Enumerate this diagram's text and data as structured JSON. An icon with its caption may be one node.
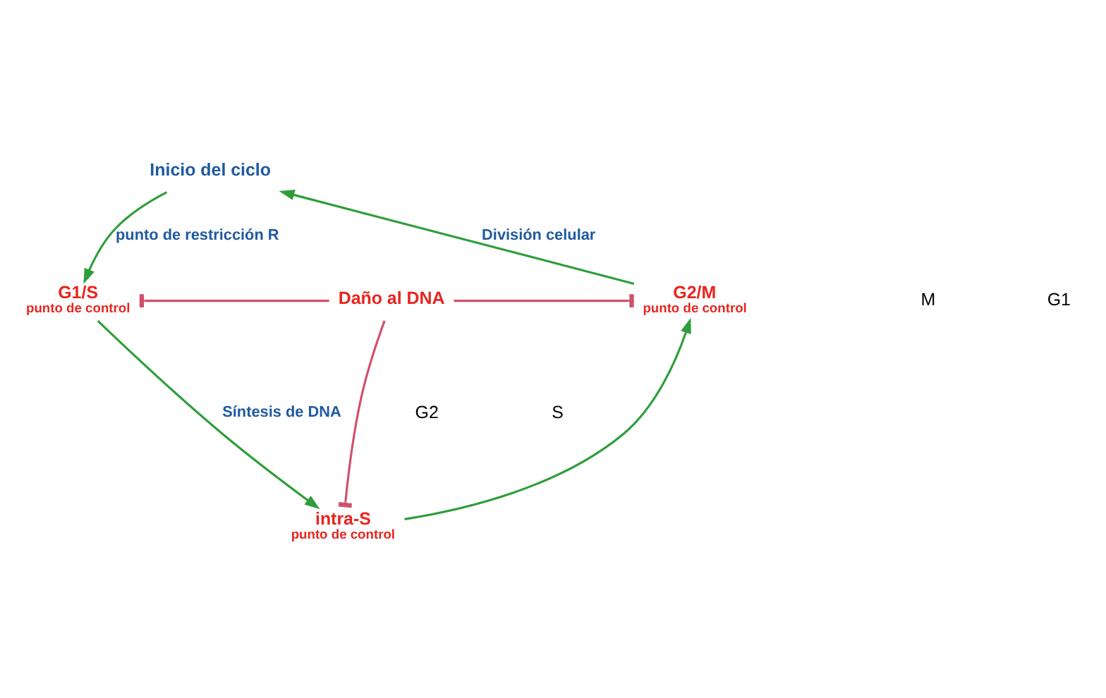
{
  "diagram": {
    "nodes": [
      {
        "text": [
          "Inicio del ciclo"
        ]
      },
      {
        "text": [
          "G1/S",
          "punto de control"
        ]
      },
      {
        "text": [
          "intra-S",
          "punto de control"
        ]
      },
      {
        "text": [
          "G2/M",
          "punto de control"
        ]
      },
      {
        "text": [
          "Daño al DNA"
        ]
      }
    ],
    "edges": [
      {
        "from": 0,
        "to": 1,
        "arrow": "to",
        "label": "punto de restricción R"
      },
      {
        "from": 1,
        "to": 2,
        "arrow": "to",
        "label": "Síntesis de DNA"
      },
      {
        "from": 2,
        "to": 3,
        "arrow": "to"
      },
      {
        "from": 3,
        "to": 0,
        "arrow": "to",
        "label": "División celular"
      },
      {
        "from": 4,
        "to": 3,
        "arrow": "other",
        "color": "#d0506a"
      },
      {
        "from": 4,
        "to": 1,
        "arrow": "other",
        "color": "#d0506a"
      },
      {
        "from": 4,
        "to": 2,
        "arrow": "other",
        "color": "#d0506a"
      }
    ],
    "labels": [
      "M",
      "G1",
      "G2",
      "S"
    ]
  }
}
